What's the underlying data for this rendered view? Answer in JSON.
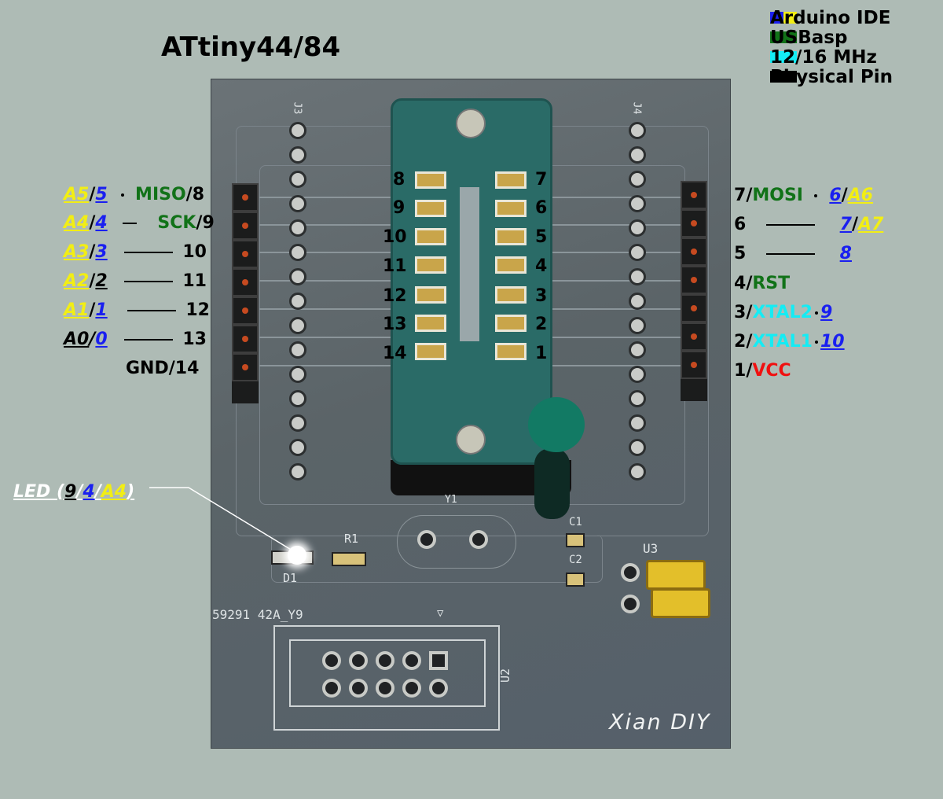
{
  "title": "ATtiny44/84",
  "legend": [
    {
      "label": "Arduino IDE",
      "colors": [
        "#1a1ff0",
        "#f2ee14"
      ]
    },
    {
      "label": "USBasp",
      "colors": [
        "#117218"
      ]
    },
    {
      "label": "12/16 MHz",
      "colors": [
        "#14ecf4"
      ]
    },
    {
      "label": "Physical Pin",
      "colors": [
        "#000000"
      ]
    }
  ],
  "colors": {
    "arduino_analog": "#f2ee14",
    "arduino_digital": "#1a1ff0",
    "usbasp": "#117218",
    "crystal": "#14ecf4",
    "vcc": "#f01010"
  },
  "left_pins": [
    {
      "analog": "A5",
      "digital": "5",
      "func": "MISO",
      "phys": "8"
    },
    {
      "analog": "A4",
      "digital": "4",
      "func": "SCK",
      "phys": "9"
    },
    {
      "analog": "A3",
      "digital": "3",
      "phys": "10"
    },
    {
      "analog": "A2",
      "digital": "2",
      "phys": "11"
    },
    {
      "analog": "A1",
      "digital": "1",
      "phys": "12"
    },
    {
      "analog": "A0",
      "digital": "0",
      "phys": "13"
    },
    {
      "text": "GND/14"
    }
  ],
  "right_pins": [
    {
      "phys": "7",
      "func": "MOSI",
      "digital": "6",
      "analog": "A6"
    },
    {
      "phys": "6",
      "digital": "7",
      "analog": "A7"
    },
    {
      "phys": "5",
      "digital": "8"
    },
    {
      "phys": "4",
      "func": "RST"
    },
    {
      "phys": "3",
      "func": "XTAL2",
      "digital": "9"
    },
    {
      "phys": "2",
      "func": "XTAL1",
      "digital": "10"
    },
    {
      "phys": "1",
      "func": "VCC"
    }
  ],
  "socket_left_numbers": [
    "8",
    "9",
    "10",
    "11",
    "12",
    "13",
    "14"
  ],
  "socket_right_numbers": [
    "7",
    "6",
    "5",
    "4",
    "3",
    "2",
    "1"
  ],
  "led": {
    "prefix": "LED (",
    "phys": "9",
    "digital": "4",
    "analog": "A4",
    "suffix": ")"
  },
  "silkscreen": {
    "j3": "J3",
    "j4": "J4",
    "r1": "R1",
    "d1": "D1",
    "c1": "C1",
    "c2": "C2",
    "u3": "U3",
    "u2": "U2",
    "y1": "Y1",
    "part": "59291 42A_Y9",
    "brand": "Xian DIY"
  },
  "sep": "/"
}
